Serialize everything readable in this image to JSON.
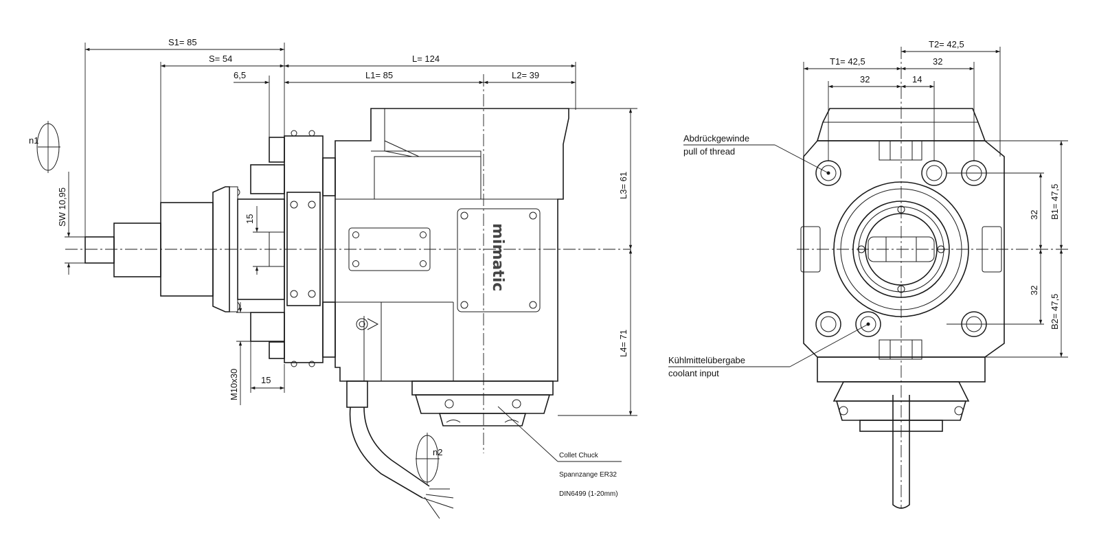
{
  "side_view": {
    "dims": {
      "s1": "S1=  85",
      "s": "S=  54",
      "l": "L=  124",
      "l1": "L1=  85",
      "l2": "L2=  39",
      "d65": "6,5",
      "l3": "L3=  61",
      "l4": "L4=  71",
      "sw": "SW 10,95",
      "d15a": "15",
      "d15b": "15",
      "m10": "M10x30"
    },
    "n1": "n1",
    "n2": "n2",
    "brand": "mimatic",
    "collet": [
      "Collet Chuck",
      "Spannzange ER32",
      "DIN6499 (1-20mm)"
    ]
  },
  "front_view": {
    "dims": {
      "t1": "T1=  42,5",
      "t2": "T2=  42,5",
      "d32_left": "32",
      "d32_right": "32",
      "d14": "14",
      "b1": "B1=  47,5",
      "b2": "B2=  47,5",
      "d32_b1": "32",
      "d32_b2": "32"
    },
    "pull_thread": [
      "Abdrückgewinde",
      "pull of thread"
    ],
    "coolant": [
      "Kühlmittelübergabe",
      "coolant input"
    ]
  }
}
